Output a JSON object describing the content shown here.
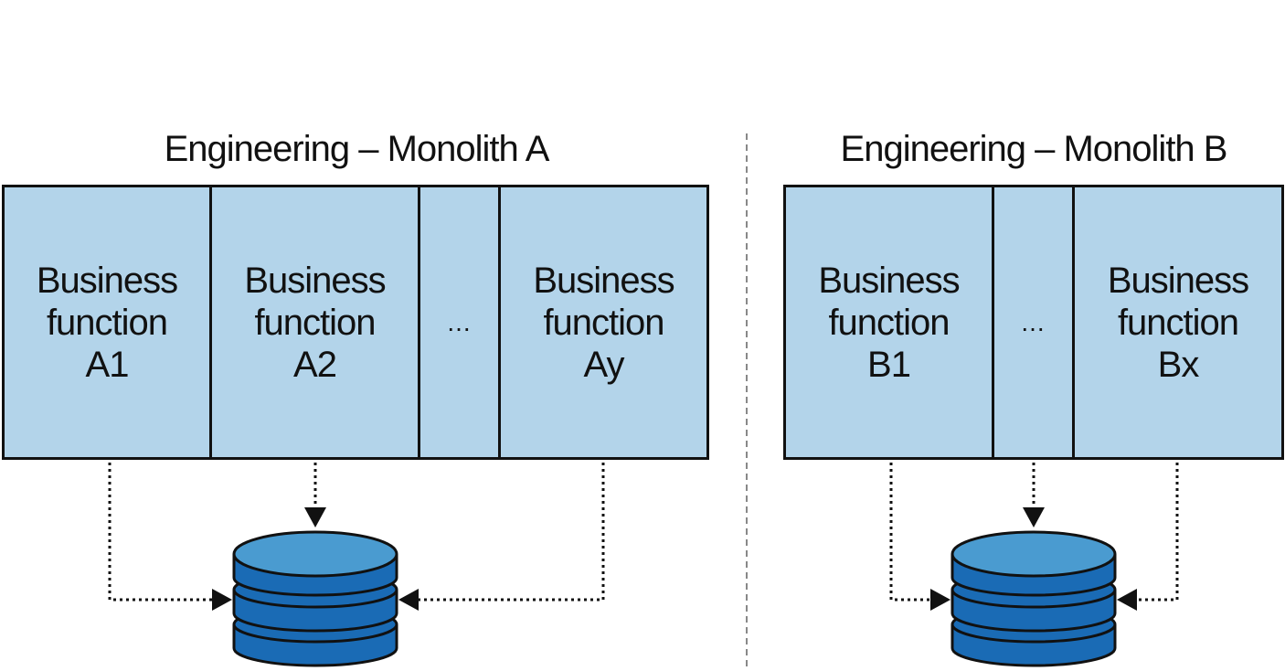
{
  "monoliths": [
    {
      "title": "Engineering – Monolith A",
      "cells": [
        {
          "label": "Business\nfunction\nA1",
          "kind": "function"
        },
        {
          "label": "Business\nfunction\nA2",
          "kind": "function"
        },
        {
          "label": "...",
          "kind": "ellipsis"
        },
        {
          "label": "Business\nfunction\nAy",
          "kind": "function"
        }
      ]
    },
    {
      "title": "Engineering – Monolith B",
      "cells": [
        {
          "label": "Business\nfunction\nB1",
          "kind": "function"
        },
        {
          "label": "...",
          "kind": "ellipsis"
        },
        {
          "label": "Business\nfunction\nBx",
          "kind": "function"
        }
      ]
    }
  ],
  "colors": {
    "cell_fill": "#b3d4ea",
    "border": "#111111",
    "db_top": "#4a9bd0",
    "db_side": "#1a6bb5",
    "divider": "#888888"
  },
  "icons": [
    "database-icon",
    "arrow-icon"
  ]
}
